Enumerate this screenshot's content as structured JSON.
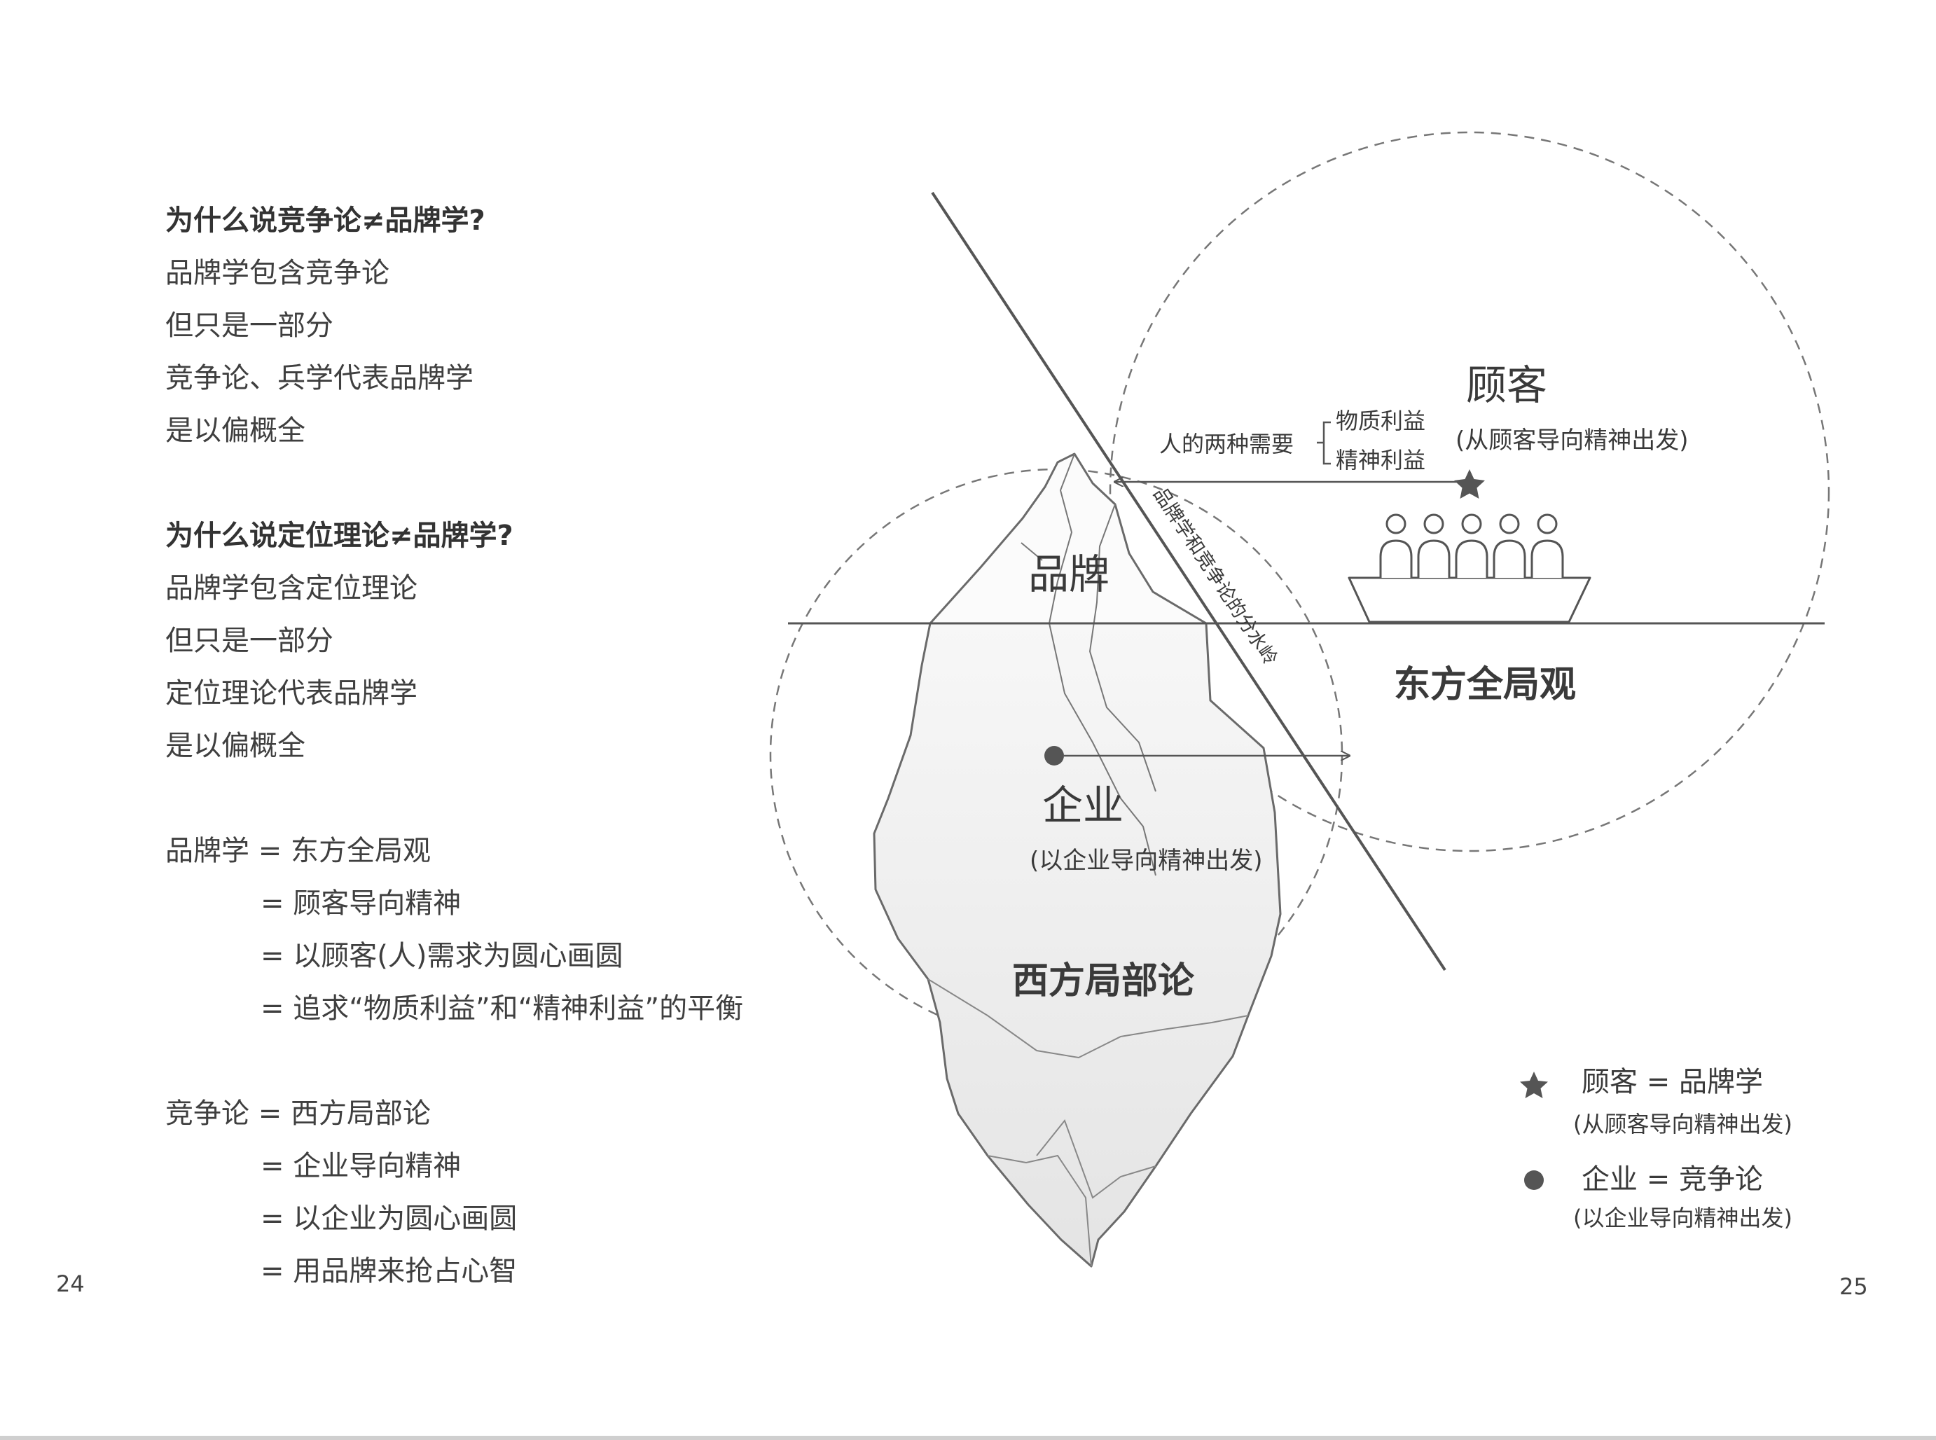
{
  "left_panel": {
    "lines": [
      {
        "text": "为什么说竞争论≠品牌学?",
        "bold": true
      },
      {
        "text": "品牌学包含竞争论",
        "bold": false
      },
      {
        "text": "但只是一部分",
        "bold": false
      },
      {
        "text": "竞争论、兵学代表品牌学",
        "bold": false
      },
      {
        "text": "是以偏概全",
        "bold": false
      },
      {
        "text": "为什么说定位理论≠品牌学?",
        "bold": true
      },
      {
        "text": "品牌学包含定位理论",
        "bold": false
      },
      {
        "text": "但只是一部分",
        "bold": false
      },
      {
        "text": "定位理论代表品牌学",
        "bold": false
      },
      {
        "text": "是以偏概全",
        "bold": false
      },
      {
        "text": "品牌学 = 东方全局观",
        "bold": false
      },
      {
        "text": "= 顾客导向精神",
        "bold": false
      },
      {
        "text": "= 以顾客(人)需求为圆心画圆",
        "bold": false
      },
      {
        "text": "= 追求“物质利益”和“精神利益”的平衡",
        "bold": false
      },
      {
        "text": "竞争论 = 西方局部论",
        "bold": false
      },
      {
        "text": "= 企业导向精神",
        "bold": false
      },
      {
        "text": "= 以企业为圆心画圆",
        "bold": false
      },
      {
        "text": "= 用品牌来抢占心智",
        "bold": false
      }
    ]
  },
  "page_numbers": {
    "left": "24",
    "right": "25"
  },
  "diagram": {
    "brand_label": "品牌",
    "enterprise_label": "企业",
    "enterprise_sub": "(以企业导向精神出发)",
    "western_label": "西方局部论",
    "customer_label": "顾客",
    "customer_sub": "(从顾客导向精神出发)",
    "eastern_label": "东方全局观",
    "needs_label": "人的两种需要",
    "need_material": "物质利益",
    "need_spiritual": "精神利益",
    "divide_label": "品牌学和竞争论的分水岭"
  },
  "legend": {
    "star_label": "顾客 = 品牌学",
    "star_sub": "(从顾客导向精神出发)",
    "dot_label": "企业 = 竞争论",
    "dot_sub": "(以企业导向精神出发)"
  }
}
